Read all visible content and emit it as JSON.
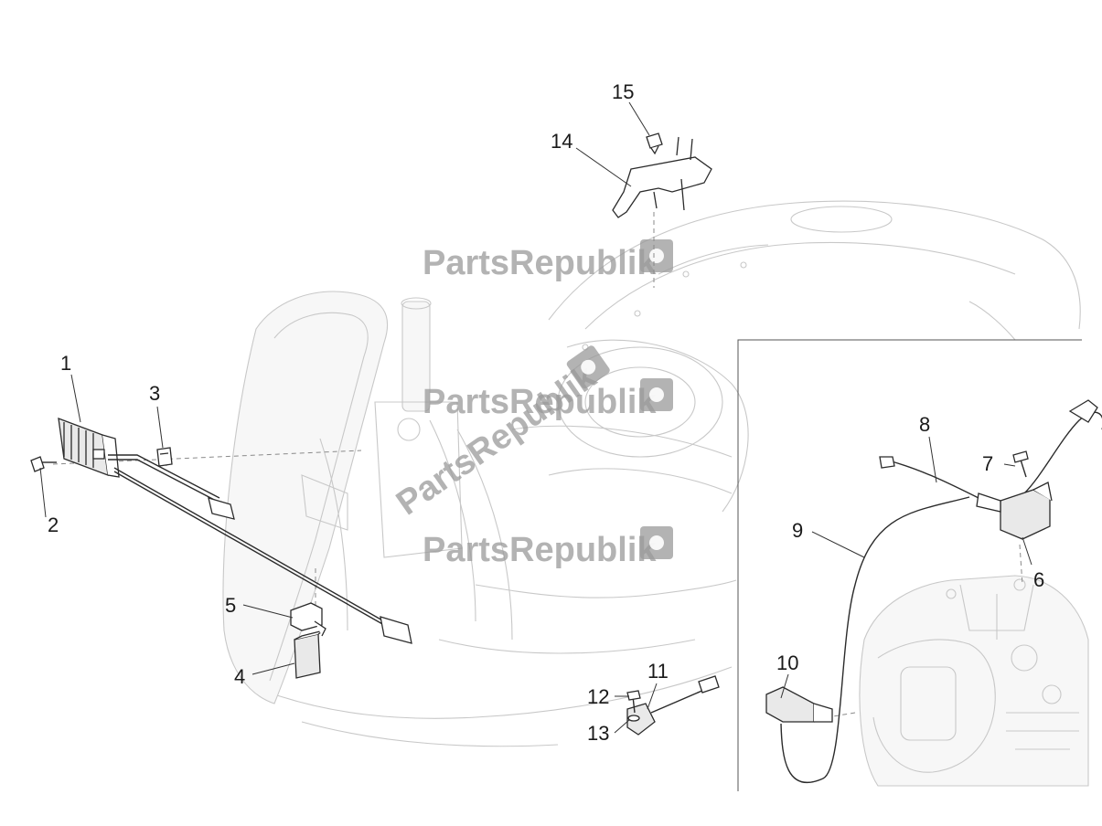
{
  "watermark": {
    "text": "PartsRepublik"
  },
  "callouts": [
    {
      "id": "1",
      "label": "1"
    },
    {
      "id": "2",
      "label": "2"
    },
    {
      "id": "3",
      "label": "3"
    },
    {
      "id": "4",
      "label": "4"
    },
    {
      "id": "5",
      "label": "5"
    },
    {
      "id": "6",
      "label": "6"
    },
    {
      "id": "7",
      "label": "7"
    },
    {
      "id": "8",
      "label": "8"
    },
    {
      "id": "9",
      "label": "9"
    },
    {
      "id": "10",
      "label": "10"
    },
    {
      "id": "11",
      "label": "11"
    },
    {
      "id": "12",
      "label": "12"
    },
    {
      "id": "13",
      "label": "13"
    },
    {
      "id": "14",
      "label": "14"
    },
    {
      "id": "15",
      "label": "15"
    }
  ]
}
